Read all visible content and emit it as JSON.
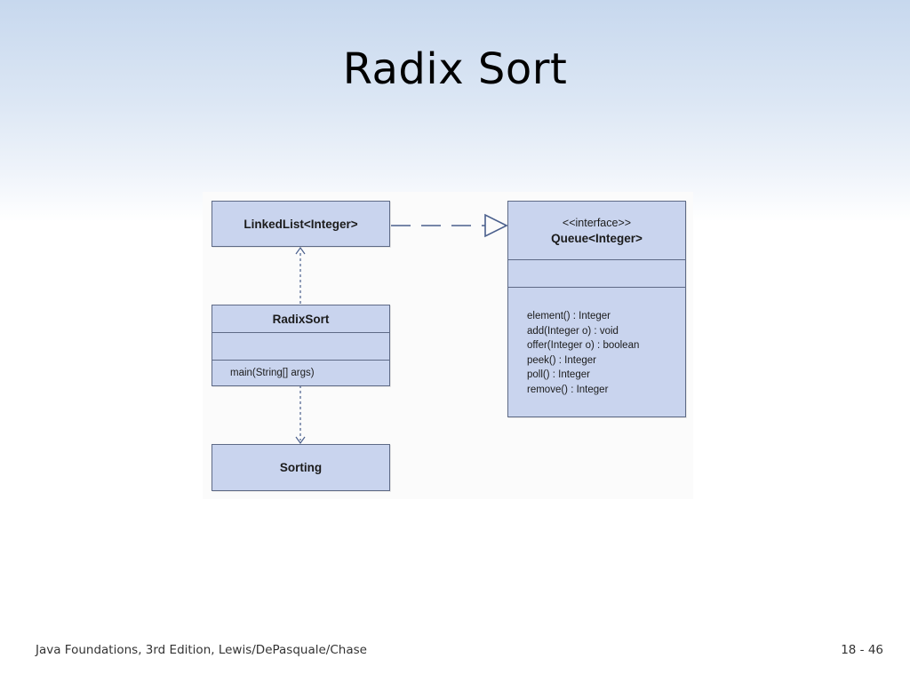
{
  "slide": {
    "title": "Radix Sort"
  },
  "diagram": {
    "linkedlist": {
      "name": "LinkedList<Integer>"
    },
    "radixsort": {
      "name": "RadixSort",
      "methods": [
        "main(String[] args)"
      ]
    },
    "sorting": {
      "name": "Sorting"
    },
    "queue": {
      "stereotype": "<<interface>>",
      "name": "Queue<Integer>",
      "methods": [
        "element() : Integer",
        "add(Integer o) : void",
        "offer(Integer o) : boolean",
        "peek() : Integer",
        "poll() : Integer",
        "remove() : Integer"
      ]
    }
  },
  "footer": {
    "source": "Java Foundations, 3rd Edition, Lewis/DePasquale/Chase",
    "page": "18 - 46"
  }
}
